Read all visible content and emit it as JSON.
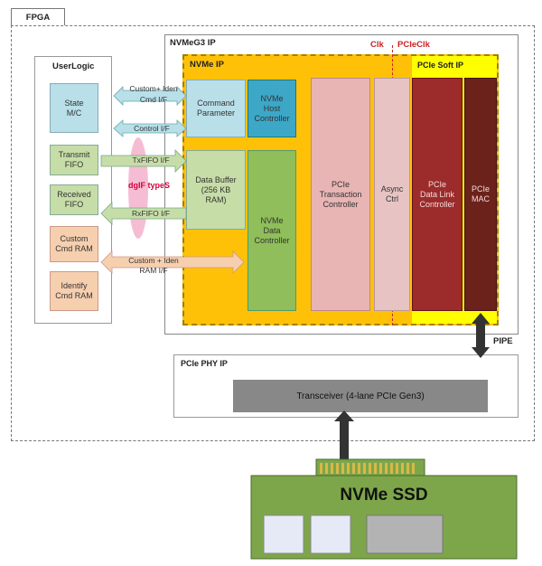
{
  "fpga": {
    "title": "FPGA"
  },
  "nvmeg3": {
    "title": "NVMeG3 IP"
  },
  "nvme_ip": {
    "title": "NVMe IP"
  },
  "pcie_soft": {
    "title": "PCIe Soft IP"
  },
  "clock": {
    "clk": "Clk",
    "pcieclk": "PCIeClk"
  },
  "userlogic": {
    "title": "UserLogic",
    "blocks": [
      "State\nM/C",
      "Transmit\nFIFO",
      "Received\nFIFO",
      "Custom\nCmd RAM",
      "Identify\nCmd RAM"
    ]
  },
  "interfaces": {
    "custom_iden_top": "Custom+ Iden",
    "cmd_if": "Cmd I/F",
    "control_if": "Control I/F",
    "txfifo_if": "TxFIFO I/F",
    "dgif": "dgIF typeS",
    "rxfifo_if": "RxFIFO I/F",
    "custom_iden_ram": "Custom + Iden\nRAM I/F"
  },
  "nvme_blocks": {
    "command_parameter": "Command\nParameter",
    "host_controller": "NVMe\nHost\nController",
    "data_buffer": "Data Buffer\n(256 KB\nRAM)",
    "data_controller": "NVMe\nData\nController",
    "pcie_transaction": "PCIe\nTransaction\nController",
    "async_ctrl": "Async\nCtrl",
    "pcie_datalink": "PCIe\nData Link\nController",
    "pcie_mac": "PCIe\nMAC"
  },
  "phy": {
    "title": "PCIe PHY IP",
    "transceiver": "Transceiver (4-lane PCIe Gen3)",
    "pipe": "PIPE"
  },
  "ssd": {
    "label": "NVMe SSD"
  },
  "colors": {
    "userlogic_blue": "#b9dfe9",
    "userlogic_green": "#c7dda7",
    "userlogic_peach": "#f6cfaf",
    "nvme_orange": "#ffc107",
    "pcie_yellow": "#ffff00",
    "host_ctrl": "#3da7c8",
    "data_ctrl": "#8fbe5a",
    "transaction": "#e8b4b4",
    "async": "#e7c3c3",
    "datalink": "#9c2b2b",
    "mac": "#6b221b",
    "ssd_green": "#7da64a",
    "transceiver": "#888888"
  }
}
